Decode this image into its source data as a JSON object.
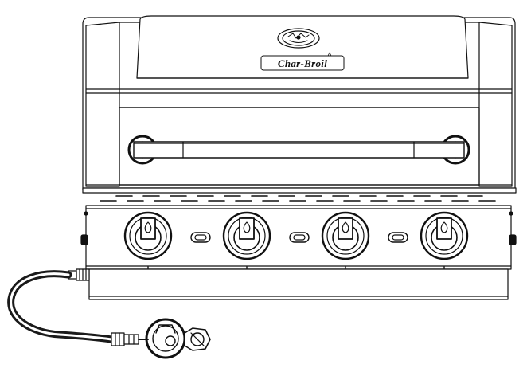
{
  "drawing": {
    "logo_text": "Char-Broil",
    "colors": {
      "line": "#111111",
      "fill": "#ffffff",
      "hose": "#1a1a1a"
    }
  },
  "components": {
    "lid_icon": "brand-emblem-icon",
    "knob_icon": "flame-icon",
    "knob_count": 4,
    "ignition_button_count": 3
  }
}
